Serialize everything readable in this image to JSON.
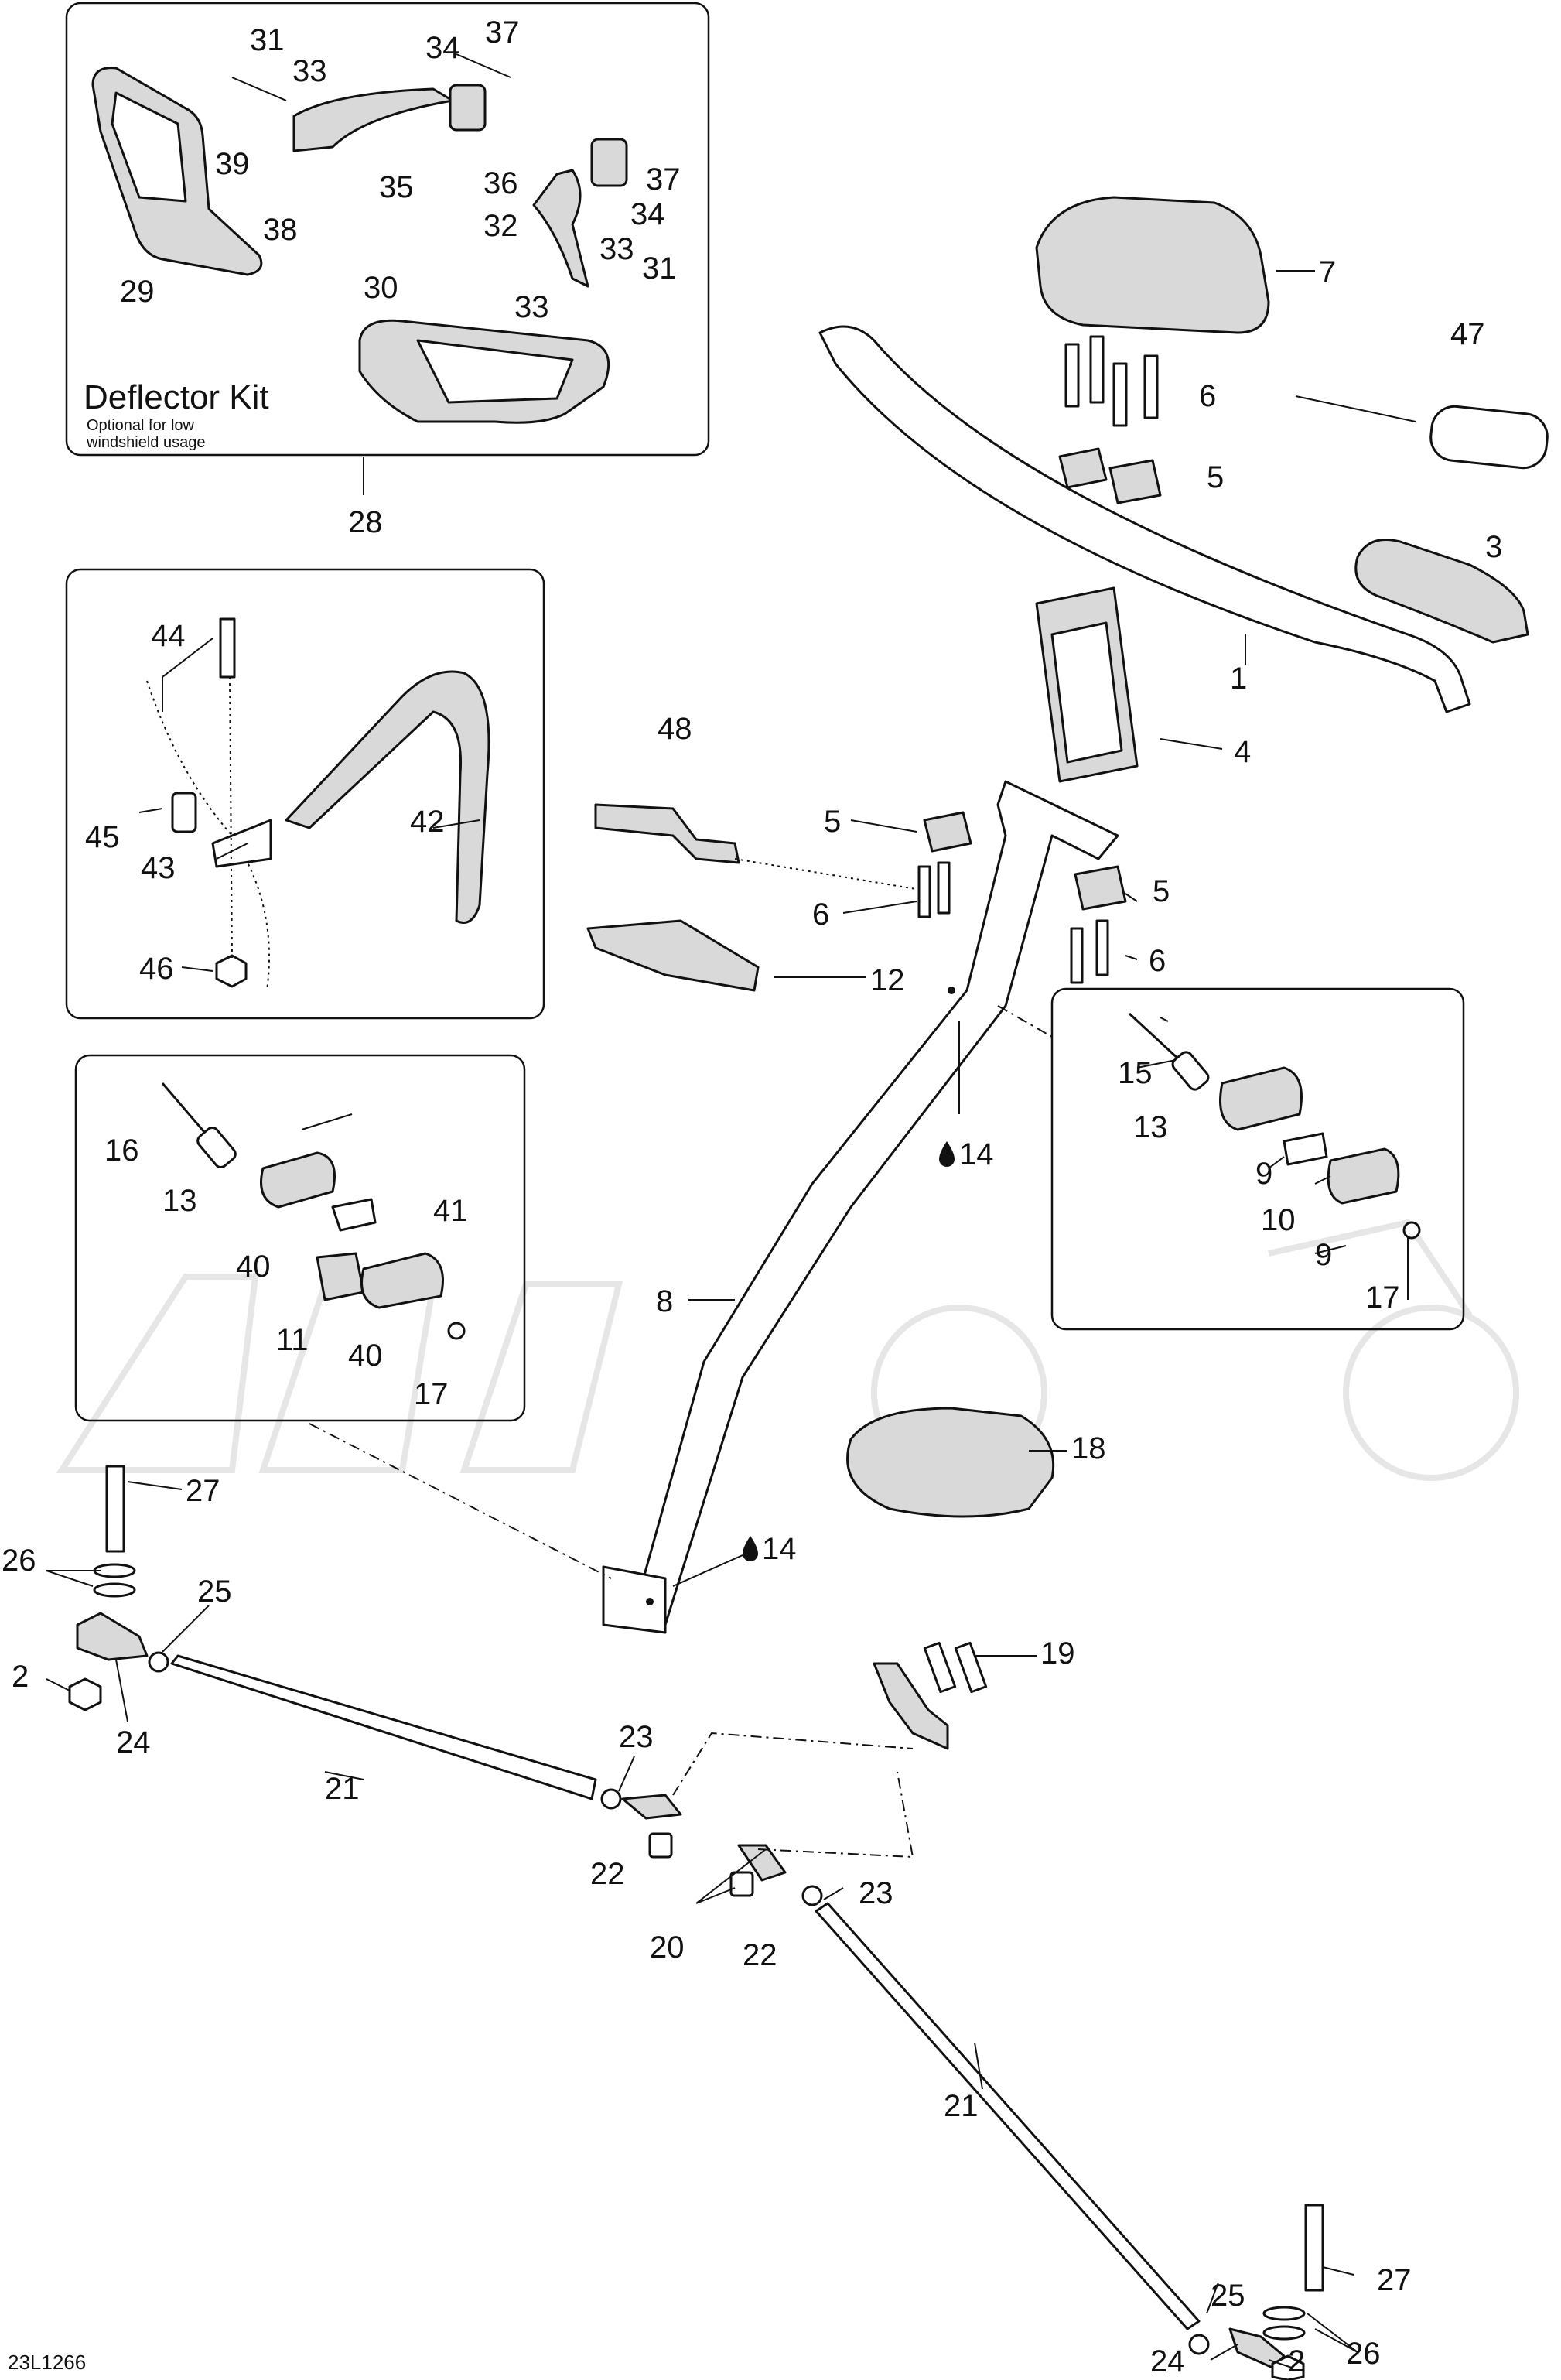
{
  "diagram": {
    "code": "23L1266",
    "deflector_kit": {
      "title": "Deflector Kit",
      "note_line1": "Optional for low",
      "note_line2": "windshield usage"
    },
    "callouts": [
      "1",
      "2",
      "3",
      "4",
      "5",
      "6",
      "7",
      "8",
      "9",
      "10",
      "11",
      "12",
      "13",
      "14",
      "15",
      "16",
      "17",
      "18",
      "19",
      "20",
      "21",
      "22",
      "23",
      "24",
      "25",
      "26",
      "27",
      "28",
      "29",
      "30",
      "31",
      "32",
      "33",
      "34",
      "35",
      "36",
      "37",
      "38",
      "39",
      "40",
      "41",
      "42",
      "43",
      "44",
      "45",
      "46",
      "47",
      "48"
    ],
    "icons": {
      "lubricant": "oil-drop-icon"
    }
  }
}
